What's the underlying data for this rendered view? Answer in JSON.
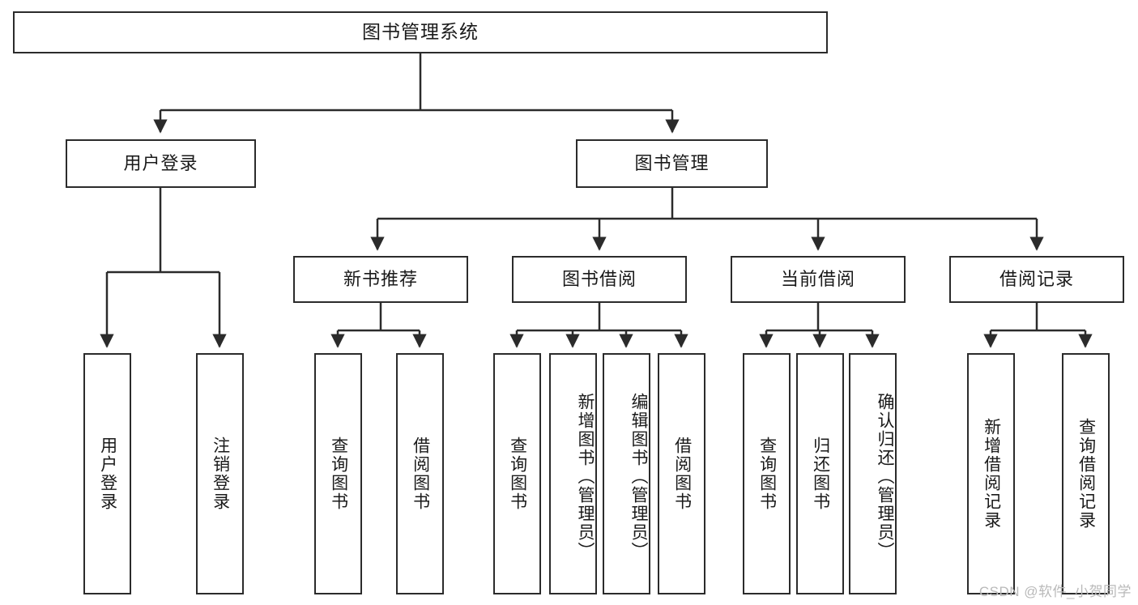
{
  "diagram": {
    "title": "图书管理系统",
    "watermark": "CSDN @软件_小贺同学",
    "style": {
      "background": "#ffffff",
      "border_color": "#2b2b2b",
      "text_color": "#1a1a1a",
      "watermark_color": "#b9b9b9"
    },
    "levels": {
      "root": {
        "label": "图书管理系统"
      },
      "level2": [
        {
          "label": "用户登录"
        },
        {
          "label": "图书管理"
        }
      ],
      "level3": [
        {
          "label": "新书推荐"
        },
        {
          "label": "图书借阅"
        },
        {
          "label": "当前借阅"
        },
        {
          "label": "借阅记录"
        }
      ],
      "leaves": {
        "user_login": [
          {
            "label": "用户登录"
          },
          {
            "label": "注销登录"
          }
        ],
        "new_book_recommend": [
          {
            "label": "查询图书"
          },
          {
            "label": "借阅图书"
          }
        ],
        "book_borrow": [
          {
            "label": "查询图书"
          },
          {
            "label": "新增图书（管理员）"
          },
          {
            "label": "编辑图书（管理员）"
          },
          {
            "label": "借阅图书"
          }
        ],
        "current_borrow": [
          {
            "label": "查询图书"
          },
          {
            "label": "归还图书"
          },
          {
            "label": "确认归还（管理员）"
          }
        ],
        "borrow_record": [
          {
            "label": "新增借阅记录"
          },
          {
            "label": "查询借阅记录"
          }
        ]
      }
    }
  }
}
